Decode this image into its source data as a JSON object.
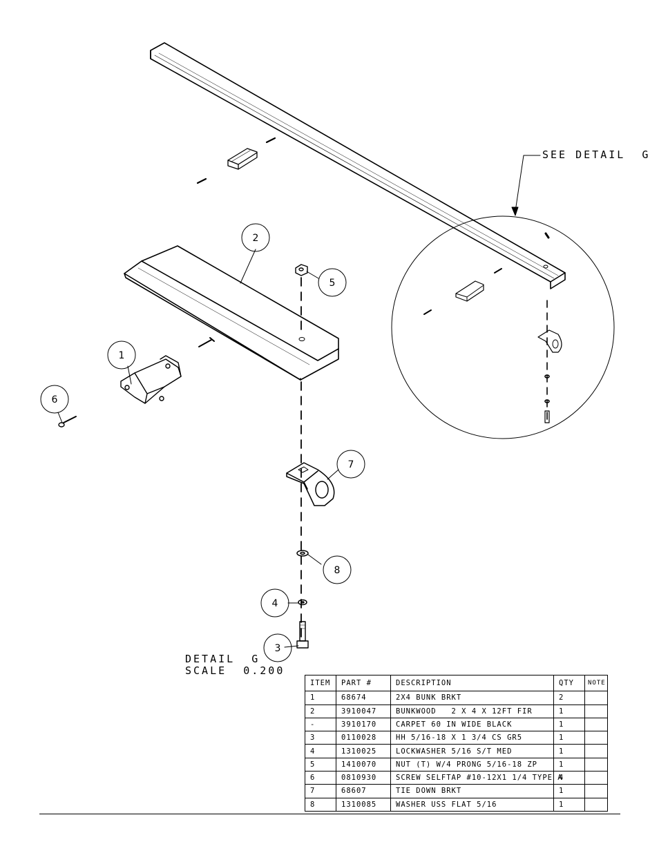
{
  "callout": {
    "see_detail": "SEE DETAIL  G"
  },
  "detail": {
    "title": "DETAIL  G",
    "scale": "SCALE  0.200"
  },
  "balloons": [
    "1",
    "2",
    "3",
    "4",
    "5",
    "6",
    "7",
    "8"
  ],
  "bom": {
    "headers": [
      "ITEM",
      "PART #",
      "DESCRIPTION",
      "QTY",
      "NOTE"
    ],
    "rows": [
      [
        "1",
        "68674",
        "2X4 BUNK BRKT",
        "2",
        ""
      ],
      [
        "2",
        "3910047",
        "BUNKWOOD   2 X 4 X 12FT FIR",
        "1",
        ""
      ],
      [
        "-",
        "3910170",
        "CARPET 60 IN WIDE BLACK",
        "1",
        ""
      ],
      [
        "3",
        "0110028",
        "HH 5/16-18 X 1 3/4 CS GR5",
        "1",
        ""
      ],
      [
        "4",
        "1310025",
        "LOCKWASHER 5/16 S/T MED",
        "1",
        ""
      ],
      [
        "5",
        "1410070",
        "NUT (T) W/4 PRONG 5/16-18 ZP",
        "1",
        ""
      ],
      [
        "6",
        "0810930",
        "SCREW SELFTAP #10-12X1 1/4 TYPE A",
        "4",
        ""
      ],
      [
        "7",
        "68607",
        "TIE DOWN BRKT",
        "1",
        ""
      ],
      [
        "8",
        "1310085",
        "WASHER USS FLAT 5/16",
        "1",
        ""
      ]
    ]
  }
}
